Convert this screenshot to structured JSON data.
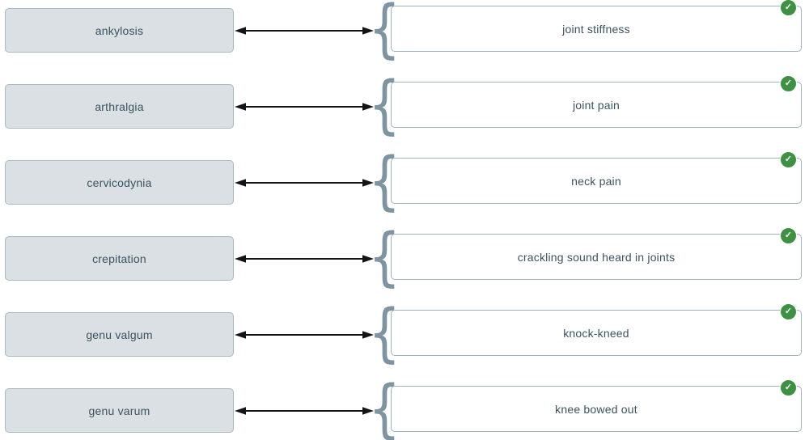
{
  "quiz": {
    "type": "matching-exercise",
    "check_glyph": "✓",
    "colors": {
      "term_card_bg": "#dae0e3",
      "term_card_border": "#a9b9c1",
      "definition_card_border": "#9db3bd",
      "text": "#3a5360",
      "brace": "#7d94a3",
      "arrow": "#141414",
      "correct_badge": "#3e9142"
    },
    "brace_glyph": "{",
    "pairs": [
      {
        "term": "ankylosis",
        "definition": "joint stiffness",
        "status": "correct"
      },
      {
        "term": "arthralgia",
        "definition": "joint pain",
        "status": "correct"
      },
      {
        "term": "cervicodynia",
        "definition": "neck pain",
        "status": "correct"
      },
      {
        "term": "crepitation",
        "definition": "crackling sound heard in joints",
        "status": "correct"
      },
      {
        "term": "genu valgum",
        "definition": "knock-kneed",
        "status": "correct"
      },
      {
        "term": "genu varum",
        "definition": "knee bowed out",
        "status": "correct"
      }
    ]
  }
}
